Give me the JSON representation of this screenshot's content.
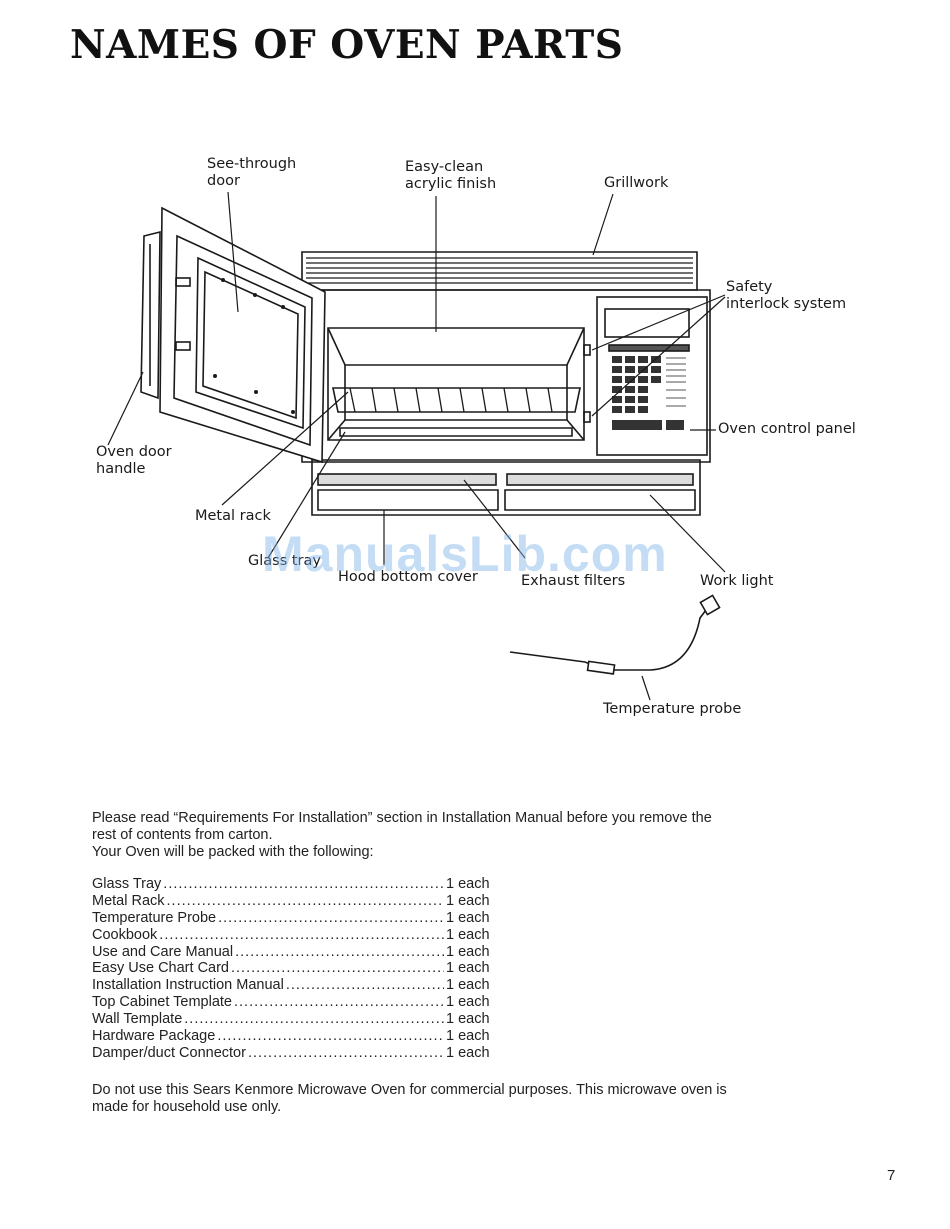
{
  "page": {
    "title": "NAMES OF OVEN PARTS",
    "page_number": "7"
  },
  "diagram": {
    "labels": {
      "see_through_door_1": "See-through",
      "see_through_door_2": "door",
      "easy_clean_1": "Easy-clean",
      "easy_clean_2": "acrylic finish",
      "grillwork": "Grillwork",
      "safety_1": "Safety",
      "safety_2": "interlock system",
      "oven_control_panel": "Oven control panel",
      "oven_door_handle_1": "Oven door",
      "oven_door_handle_2": "handle",
      "metal_rack": "Metal rack",
      "glass_tray": "Glass tray",
      "hood_bottom_cover": "Hood bottom cover",
      "exhaust_filters": "Exhaust filters",
      "work_light": "Work light",
      "temperature_probe": "Temperature probe"
    },
    "watermark": "ManualsLib.com"
  },
  "intro": {
    "line1": "Please read “Requirements For Installation” section in Installation Manual before you remove the",
    "line2": "rest of contents from carton.",
    "line3": "Your Oven will be packed with the following:"
  },
  "contents": [
    {
      "name": "Glass Tray",
      "qty": "1 each"
    },
    {
      "name": "Metal Rack",
      "qty": "1 each"
    },
    {
      "name": "Temperature Probe",
      "qty": "1 each"
    },
    {
      "name": "Cookbook",
      "qty": "1 each"
    },
    {
      "name": "Use and Care Manual",
      "qty": "1 each"
    },
    {
      "name": "Easy Use Chart Card",
      "qty": "1 each"
    },
    {
      "name": "Installation Instruction Manual",
      "qty": "1 each"
    },
    {
      "name": "Top Cabinet Template",
      "qty": "1 each"
    },
    {
      "name": "Wall Template",
      "qty": "1 each"
    },
    {
      "name": "Hardware Package",
      "qty": "1 each"
    },
    {
      "name": "Damper/duct Connector",
      "qty": "1 each"
    }
  ],
  "note": {
    "line1": "Do not use this Sears Kenmore Microwave Oven for commercial purposes. This microwave oven is",
    "line2": "made for household use only."
  }
}
